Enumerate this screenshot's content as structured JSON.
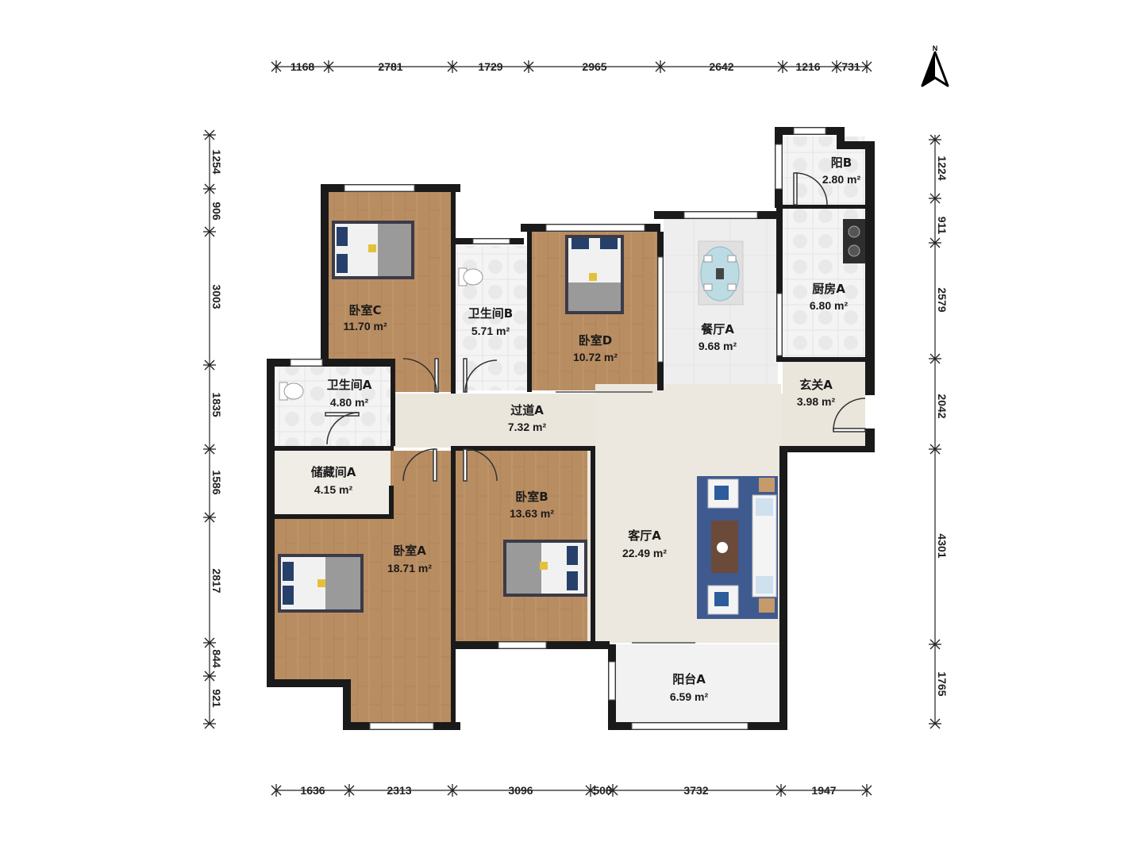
{
  "dimensions": {
    "top": [
      "1168",
      "2781",
      "1729",
      "2965",
      "2642",
      "1216",
      "731"
    ],
    "bottom": [
      "1636",
      "2313",
      "3096",
      "508",
      "3732",
      "1947"
    ],
    "left": [
      "1254",
      "906",
      "3003",
      "1835",
      "1586",
      "2817",
      "844",
      "921"
    ],
    "right": [
      "1224",
      "911",
      "2579",
      "2042",
      "4301",
      "1765"
    ]
  },
  "compass": {
    "label": "N"
  },
  "rooms": {
    "bedroom_c": {
      "name": "卧室C",
      "area": "11.70 m²"
    },
    "bath_b": {
      "name": "卫生间B",
      "area": "5.71 m²"
    },
    "bedroom_d": {
      "name": "卧室D",
      "area": "10.72 m²"
    },
    "dining_a": {
      "name": "餐厅A",
      "area": "9.68 m²"
    },
    "balcony_b": {
      "name": "阳B",
      "area": "2.80 m²"
    },
    "kitchen_a": {
      "name": "厨房A",
      "area": "6.80 m²"
    },
    "bath_a": {
      "name": "卫生间A",
      "area": "4.80 m²"
    },
    "corridor_a": {
      "name": "过道A",
      "area": "7.32 m²"
    },
    "entry_a": {
      "name": "玄关A",
      "area": "3.98 m²"
    },
    "storage_a": {
      "name": "储藏间A",
      "area": "4.15 m²"
    },
    "bedroom_b": {
      "name": "卧室B",
      "area": "13.63 m²"
    },
    "living_a": {
      "name": "客厅A",
      "area": "22.49 m²"
    },
    "bedroom_a": {
      "name": "卧室A",
      "area": "18.71 m²"
    },
    "balcony_a": {
      "name": "阳台A",
      "area": "6.59 m²"
    }
  },
  "colors": {
    "wall": "#1a1a1a",
    "wood_floor": "#b98d62",
    "tile_floor": "#f2f2f2",
    "corridor_floor": "#ebe6dc",
    "living_floor": "#ece8df",
    "balcony_floor": "#f3f3f3",
    "rug": "#3f5a8f"
  }
}
